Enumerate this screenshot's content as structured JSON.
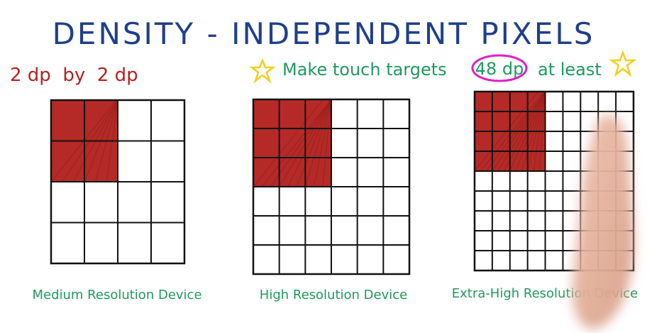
{
  "title": "DENSITY - INDEPENDENT PIXELS",
  "note_size": "2 dp  by  2 dp",
  "tip": {
    "prefix": "Make touch targets",
    "highlight": "48 dp",
    "suffix": "at least"
  },
  "grids": [
    {
      "label": "Medium Resolution Device",
      "divisions": 4,
      "shaded": 2
    },
    {
      "label": "High Resolution Device",
      "divisions": 6,
      "shaded": 3
    },
    {
      "label": "Extra-High Resolution Device",
      "divisions": 9,
      "shaded": 4
    }
  ],
  "colors": {
    "title": "#1e3f8a",
    "note": "#b3221f",
    "tip": "#1e9a5e",
    "highlight_ring": "#e020c8",
    "star": "#f2cf1e",
    "shade": "#b52a26",
    "ink": "#111111"
  },
  "icons": {
    "star": "star-icon"
  }
}
